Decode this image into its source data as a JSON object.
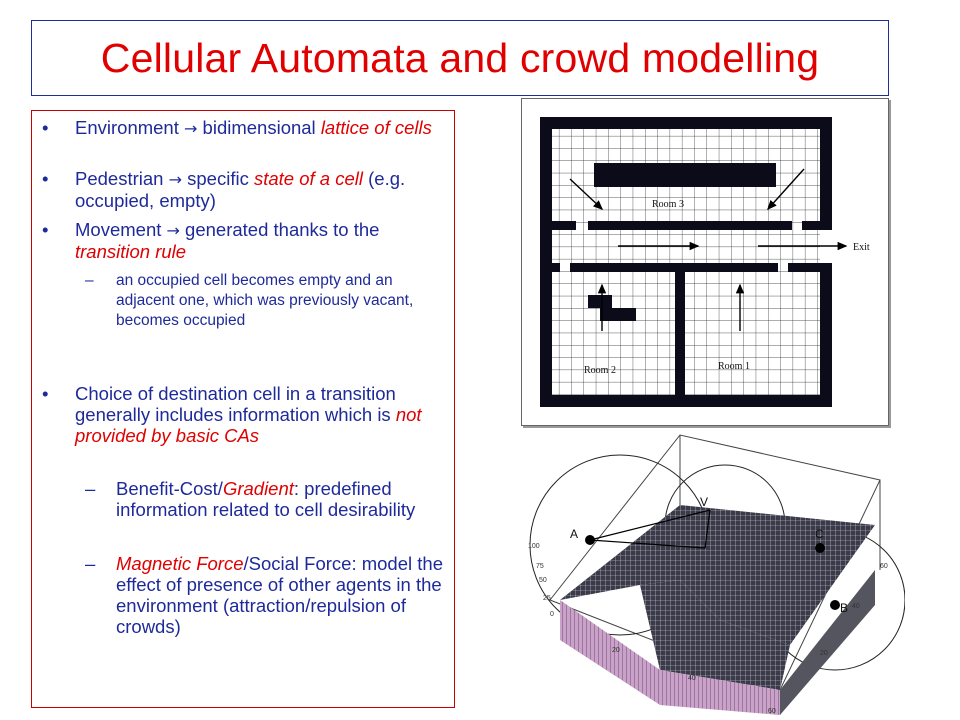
{
  "slide": {
    "title": "Cellular Automata and crowd modelling"
  },
  "bullets": {
    "env": {
      "a": "Environment",
      "arrow": "→",
      "b": " bidimensional ",
      "c": "lattice of cells"
    },
    "ped": {
      "a": "Pedestrian",
      "arrow": "→",
      "b": " specific ",
      "c": "state of a cell",
      "d": " (e.g. occupied, empty)"
    },
    "mov": {
      "a": "Movement",
      "arrow": "→",
      "b": " generated thanks to the ",
      "c": "transition rule"
    },
    "mov_sub": "an occupied cell becomes empty and an adjacent one, which was previously vacant, becomes occupied",
    "choice": {
      "a": "Choice of destination cell in a transition generally includes information which is ",
      "b": "not provided by basic CAs"
    },
    "benefit": {
      "a": "Benefit-Cost/",
      "b": "Gradient",
      "c": ": predefined information related to cell desirability"
    },
    "magnetic": {
      "a": "Magnetic Force",
      "b": "/Social Force: model the effect of presence of other agents in the environment (attraction/repulsion of crowds)"
    },
    "dot": "•",
    "dash": "–"
  },
  "map_figure": {
    "room3": "Room 3",
    "room2": "Room 2",
    "room1": "Room 1",
    "exit": "Exit"
  },
  "surface_figure": {
    "labels": [
      "A",
      "B",
      "C",
      "V"
    ],
    "ticks_left": [
      "100",
      "75",
      "50",
      "25",
      "0"
    ],
    "ticks_front": [
      "20",
      "40",
      "60"
    ],
    "ticks_right": [
      "60",
      "40",
      "20"
    ]
  }
}
